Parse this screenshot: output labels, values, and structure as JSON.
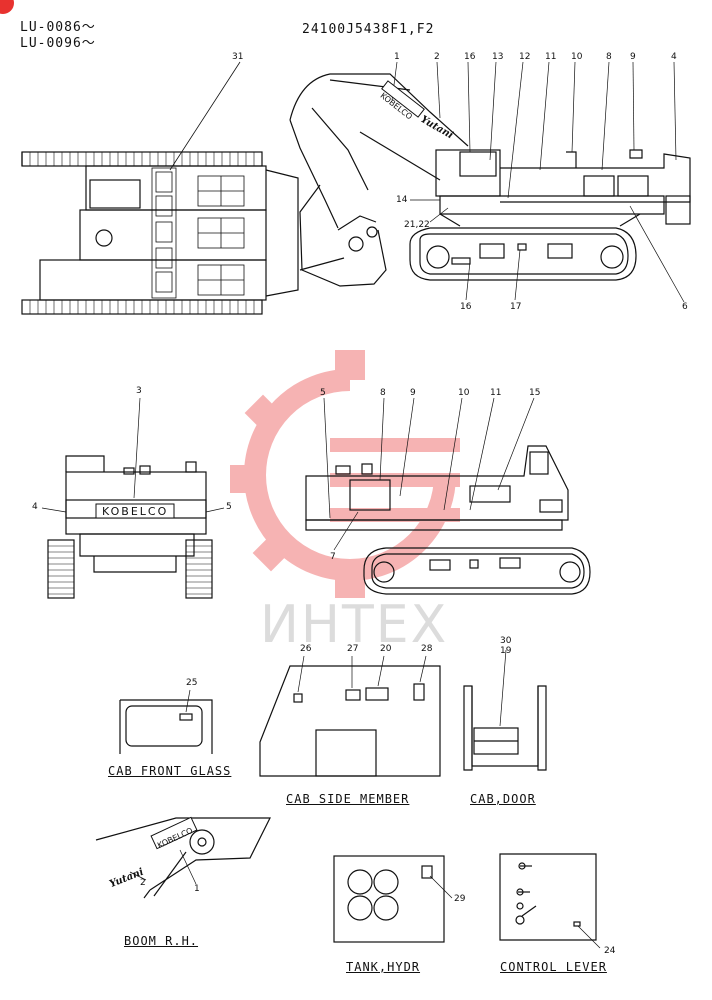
{
  "header": {
    "serial_lines": [
      "LU-0086～",
      "LU-0096～"
    ],
    "part_number": "24100J5438F1,F2"
  },
  "brand": {
    "kobelco": "KOBELCO",
    "yutani": "Yutani"
  },
  "watermark": {
    "text": "ИНТЕХ",
    "color": "#f4a6a6"
  },
  "captions": {
    "cab_front_glass": "CAB FRONT GLASS",
    "cab_side_member": "CAB SIDE MEMBER",
    "cab_door": "CAB,DOOR",
    "boom_rh": "BOOM R.H.",
    "tank_hydr": "TANK,HYDR",
    "control_lever": "CONTROL LEVER"
  },
  "callouts": {
    "top_plan": [
      "31"
    ],
    "side_view": [
      "1",
      "2",
      "16",
      "13",
      "12",
      "11",
      "10",
      "8",
      "9",
      "4",
      "14",
      "21,22",
      "16",
      "17",
      "6"
    ],
    "rear_view": [
      "3",
      "4",
      "5"
    ],
    "left_view": [
      "5",
      "8",
      "9",
      "10",
      "11",
      "15",
      "7"
    ],
    "cab_front_glass": [
      "25"
    ],
    "cab_side_member": [
      "26",
      "27",
      "20",
      "28"
    ],
    "cab_door": [
      "30",
      "19"
    ],
    "boom_rh": [
      "1",
      "2"
    ],
    "tank_hydr": [
      "29"
    ],
    "control_lever": [
      "24"
    ]
  }
}
